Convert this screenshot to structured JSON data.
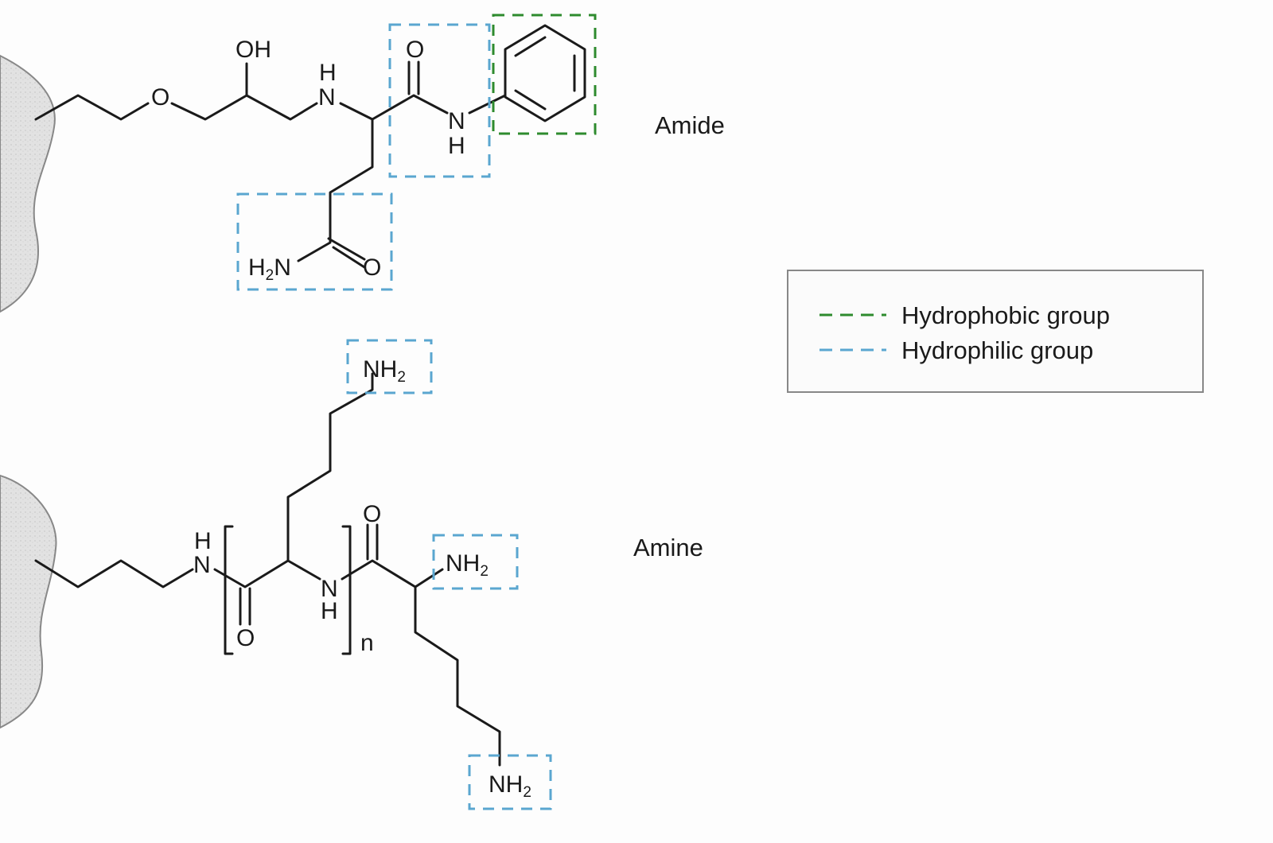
{
  "colors": {
    "hydrophobic": "#2e8b2e",
    "hydrophilic": "#5aa6d0",
    "bead": "#dcdcdc"
  },
  "molecules": [
    {
      "label": "Amide",
      "atoms": {
        "oh": "OH",
        "ether_o": "O",
        "amine_n": "N",
        "amine_h": "H",
        "carbonyl_o": "O",
        "amide_n": "N",
        "amide_h": "H",
        "side_h2n_h": "H",
        "side_h2n_2": "2",
        "side_h2n_n": "N",
        "side_o": "O"
      }
    },
    {
      "label": "Amine",
      "atoms": {
        "link_n": "N",
        "link_h": "H",
        "repeat_o": "O",
        "repeat_n": "N",
        "repeat_h": "H",
        "n_sub": "n",
        "top_nh2": "NH",
        "top_nh2_sub": "2",
        "end_o": "O",
        "alpha_nh2": "NH",
        "alpha_nh2_sub": "2",
        "bottom_nh2": "NH",
        "bottom_nh2_sub": "2"
      }
    }
  ],
  "legend": {
    "items": [
      {
        "label": "Hydrophobic group",
        "color": "#2e8b2e"
      },
      {
        "label": "Hydrophilic group",
        "color": "#5aa6d0"
      }
    ]
  }
}
